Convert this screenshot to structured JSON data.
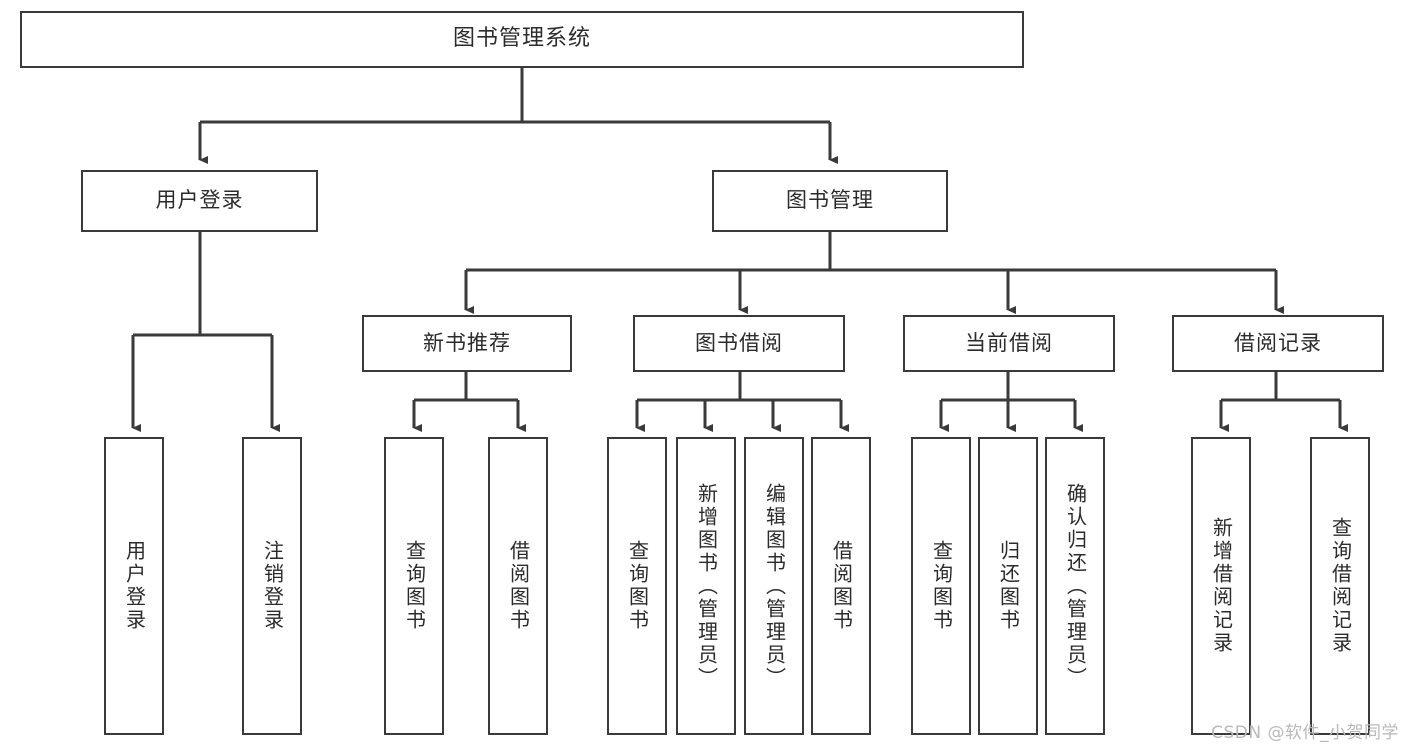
{
  "diagram": {
    "title": "图书管理系统",
    "type": "tree",
    "root": {
      "label": "图书管理系统"
    },
    "level2": [
      {
        "label": "用户登录"
      },
      {
        "label": "图书管理"
      }
    ],
    "level3": [
      {
        "label": "新书推荐"
      },
      {
        "label": "图书借阅"
      },
      {
        "label": "当前借阅"
      },
      {
        "label": "借阅记录"
      }
    ],
    "leaves": {
      "user_login": [
        {
          "label": "用户登录"
        },
        {
          "label": "注销登录"
        }
      ],
      "new_book_recommend": [
        {
          "label": "查询图书"
        },
        {
          "label": "借阅图书"
        }
      ],
      "book_borrow": [
        {
          "label": "查询图书"
        },
        {
          "label": "新增图书（管理员）"
        },
        {
          "label": "编辑图书（管理员）"
        },
        {
          "label": "借阅图书"
        }
      ],
      "current_borrow": [
        {
          "label": "查询图书"
        },
        {
          "label": "归还图书"
        },
        {
          "label": "确认归还（管理员）"
        }
      ],
      "borrow_record": [
        {
          "label": "新增借阅记录"
        },
        {
          "label": "查询借阅记录"
        }
      ]
    }
  },
  "watermark": {
    "text": "CSDN @软件_小贺同学"
  },
  "colors": {
    "border": "#3a3a3a",
    "text": "#2b2b2b",
    "background": "#ffffff",
    "watermark": "#b9b9b9"
  }
}
